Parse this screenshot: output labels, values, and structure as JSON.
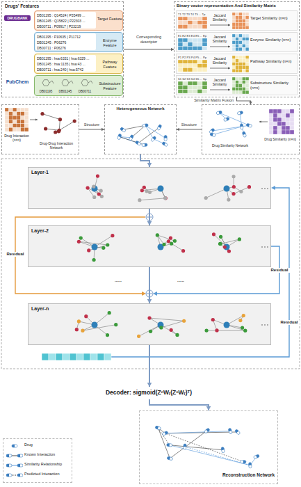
{
  "diagram": {
    "nodes": [
      {
        "text": [
          "Drugs' Features"
        ]
      },
      {
        "text": [
          "DB01195 : Q14524 | P35499 ...",
          "DB01245 : Q15822 | P22303 ...",
          "DB00711 : P09917 | P23219",
          "Target Feature"
        ],
        "in": 0
      },
      {
        "text": [
          "DB01195 : P10635 | P11712",
          "DB01245 : P06276",
          "DB00711 : P06276",
          "Enzyme Feature"
        ],
        "in": 0
      },
      {
        "text": [
          "DB01195 : hsa:6331 | hsa:6329 ...",
          "DB01245 : hsa:1135 | hsa:43 ...",
          "DB00711 : hsa:240 | hsa:5742",
          "Pathway Feature"
        ],
        "in": 0
      },
      {
        "text": [
          "DB01195",
          "DB01245",
          "DB00711",
          "Substructure Feature"
        ],
        "in": 0
      },
      {
        "text": [
          "Binary vector representation And Similarity Matrix"
        ]
      },
      {
        "text": [
          "Jaccard Similarity",
          "Target Similarity (n×n)"
        ],
        "in": 5
      },
      {
        "text": [
          "Jaccard Similarity",
          "Enzyme Similarity (n×n)"
        ],
        "in": 5
      },
      {
        "text": [
          "Jaccard Similarity",
          "Pathway Similarity (n×n)"
        ],
        "in": 5
      },
      {
        "text": [
          "Jaccard Similarity",
          "Substructure Similarity (n×n)"
        ],
        "in": 5
      },
      {
        "text": [
          "Drug Interaction (n×n)",
          "Drug-Drug Interaction Network"
        ]
      },
      {
        "text": [
          "Heterogeneous Network"
        ]
      },
      {
        "text": [
          "Drug Similarity Network",
          "Drug Similarity (n×n)"
        ]
      },
      {
        "text": [
          "Layer-1"
        ]
      },
      {
        "text": [
          "Layer-2"
        ]
      },
      {
        "text": [
          "Layer-n"
        ]
      },
      {
        "text": [
          "Decoder: sigmoid(ZⁿWᵣ(ZⁿWᵣ)ᵀ)"
        ]
      },
      {
        "text": [
          "Reconstruction Network"
        ]
      }
    ],
    "edges": [
      {
        "from": 0,
        "to": 5,
        "label": "Corresponding descriptor",
        "arrow": "to"
      },
      {
        "from": 5,
        "to": 12,
        "label": "Similarity Matrix Fusion",
        "arrow": "to"
      },
      {
        "from": 10,
        "to": 11,
        "label": "Structure",
        "arrow": "to"
      },
      {
        "from": 12,
        "to": 11,
        "label": "Structure",
        "arrow": "to"
      },
      {
        "from": 11,
        "to": 13,
        "arrow": "to"
      },
      {
        "from": 13,
        "to": 14,
        "arrow": "to"
      },
      {
        "from": 14,
        "to": 15,
        "arrow": "to"
      },
      {
        "from": 15,
        "to": 16,
        "arrow": "to"
      },
      {
        "from": 16,
        "to": 17,
        "arrow": "to"
      }
    ],
    "labels": [
      "DRUGBANK",
      "PubChem",
      "T1 T2 T3 T4 T5 ... Tp",
      "E1 E2 E3 E4 E5 ... Ep",
      "P1 P2 P3 P4 P5 ... Pp",
      "S1 S2 S3 S4 S5 ... Sp",
      "Residual",
      "Residual",
      "Residual",
      "......",
      "......"
    ],
    "legend": [
      {
        "text": "Drug"
      },
      {
        "text": "Known Interaction"
      },
      {
        "text": "Similarity Relationship"
      },
      {
        "text": "Predicted Interaction"
      }
    ]
  }
}
